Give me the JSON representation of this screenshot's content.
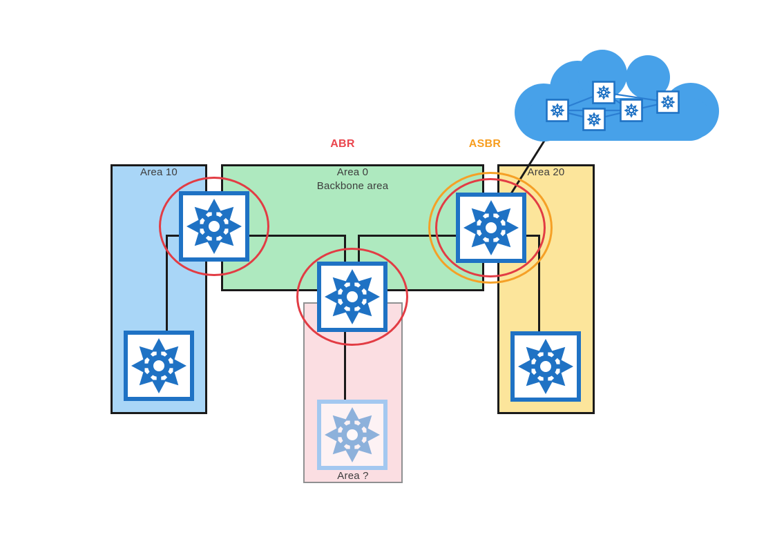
{
  "labels": {
    "abr": "ABR",
    "asbr": "ASBR"
  },
  "areas": [
    {
      "name": "Area 10",
      "fill": "#a9d6f7",
      "border": "#1a1a1a"
    },
    {
      "name": "Area 0",
      "sublabel": "Backbone area",
      "fill": "#aee9bf",
      "border": "#1a1a1a"
    },
    {
      "name": "Area 20",
      "fill": "#fce59b",
      "border": "#1a1a1a"
    },
    {
      "name": "Area ?",
      "fill": "#fbdee2",
      "border": "#8f9091"
    }
  ],
  "colors": {
    "router_blue": "#1f72c4",
    "faded_router_blue": "#a3c8f0",
    "abr_red": "#e23c44",
    "abr_text_red": "#ea454d",
    "asbr_orange": "#f5a026",
    "asbr_text_orange": "#f79d1e",
    "cloud_blue": "#47a1e9",
    "cloud_link_blue": "#2b7ed2",
    "line_black": "#1a1a1a",
    "label_gray": "#3d3d3d"
  },
  "icons": {
    "router": "eight-arrow-router-icon",
    "cloud": "external-network-cloud"
  },
  "topology": {
    "router_count": 6,
    "cloud_router_count": 5,
    "highlight_ellipses": [
      "ABR left",
      "ABR middle",
      "ASBR inner red",
      "ASBR outer orange"
    ],
    "connections": [
      "abr-left-router - area10-router",
      "abr-left-router - abr-middle-router",
      "abr-middle-router - asbr-router",
      "abr-middle-router - areaq-faded-router",
      "asbr-router - area20-router",
      "asbr-router - external-cloud"
    ]
  }
}
